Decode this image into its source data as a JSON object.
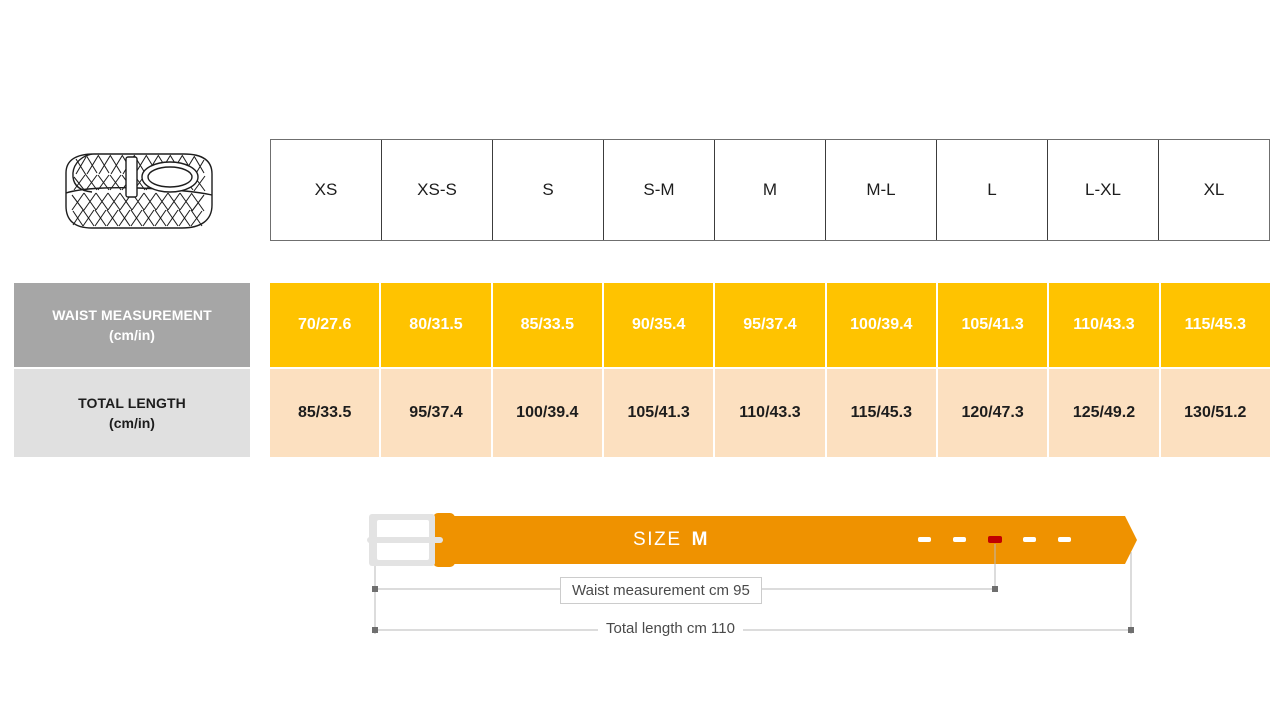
{
  "product_icon": "woven-belt-icon",
  "table": {
    "size_headers": [
      "XS",
      "XS-S",
      "S",
      "S-M",
      "M",
      "M-L",
      "L",
      "L-XL",
      "XL"
    ],
    "rows": [
      {
        "label_line1": "WAIST MEASUREMENT",
        "label_line2": "(cm/in)",
        "values": [
          "70/27.6",
          "80/31.5",
          "85/33.5",
          "90/35.4",
          "95/37.4",
          "100/39.4",
          "105/41.3",
          "110/43.3",
          "115/45.3"
        ]
      },
      {
        "label_line1": "TOTAL LENGTH",
        "label_line2": "(cm/in)",
        "values": [
          "85/33.5",
          "95/37.4",
          "100/39.4",
          "105/41.3",
          "110/43.3",
          "115/45.3",
          "120/47.3",
          "125/49.2",
          "130/51.2"
        ]
      }
    ]
  },
  "diagram": {
    "size_caption": "SIZE",
    "size_value": "M",
    "waist_dimension_label": "Waist measurement cm 95",
    "total_dimension_label": "Total length cm 110",
    "belt_holes": 5,
    "highlighted_hole_index": 3
  },
  "colors": {
    "waist_row_fill": "#ffc300",
    "total_row_fill": "#fce0c0",
    "waist_label_fill": "#a6a6a6",
    "total_label_fill": "#e0e0e0",
    "belt_body": "#ef9200",
    "belt_loop": "#ef9200",
    "buckle": "#e3e3e3",
    "highlight_hole": "#c00000",
    "dimension_line": "#b0b0b0"
  }
}
